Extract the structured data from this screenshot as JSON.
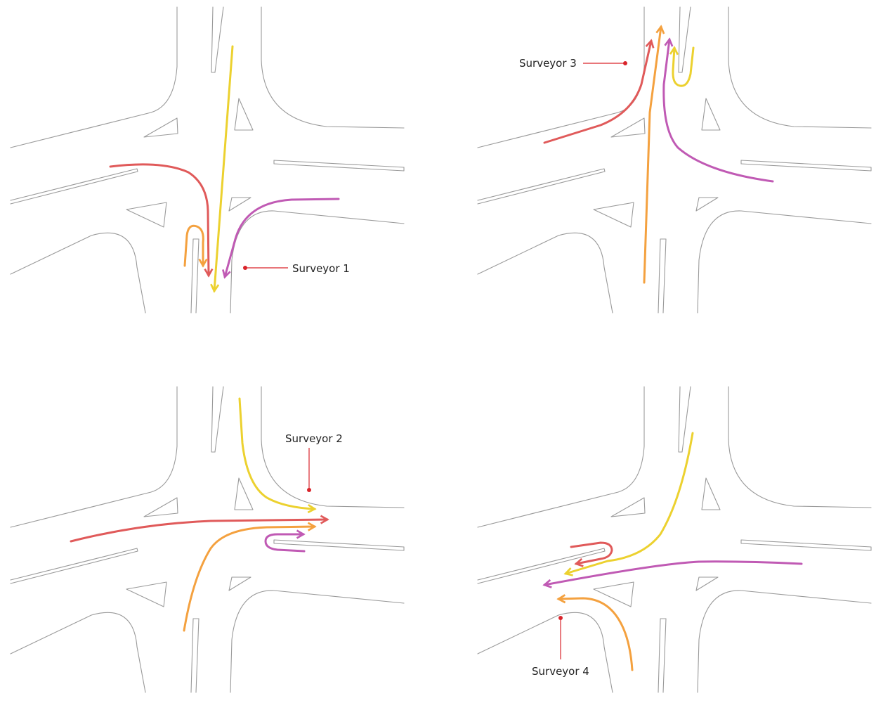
{
  "colors": {
    "red": "#e05a5a",
    "orange": "#f4a13f",
    "yellow": "#ecd12f",
    "purple": "#c05ab4",
    "road": "#9a9a9a",
    "marker": "#d9242b"
  },
  "panels": [
    {
      "id": "top-left",
      "surveyor_label": "Surveyor 1"
    },
    {
      "id": "top-right",
      "surveyor_label": "Surveyor 3"
    },
    {
      "id": "bottom-left",
      "surveyor_label": "Surveyor 2"
    },
    {
      "id": "bottom-right",
      "surveyor_label": "Surveyor 4"
    }
  ]
}
